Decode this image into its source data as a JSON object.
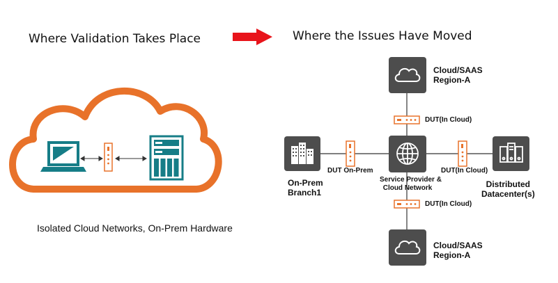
{
  "left_title": "Where Validation Takes Place",
  "right_title": "Where the Issues Have Moved",
  "left_caption": "Isolated Cloud Networks, On-Prem Hardware",
  "nodes": {
    "cloud_top": {
      "line1": "Cloud/SAAS",
      "line2": "Region-A"
    },
    "cloud_bottom": {
      "line1": "Cloud/SAAS",
      "line2": "Region-A"
    },
    "branch": {
      "line1": "On-Prem",
      "line2": "Branch1"
    },
    "datacenter": {
      "line1": "Distributed",
      "line2": "Datacenter(s)"
    },
    "service_provider": {
      "line1": "Service Provider &",
      "line2": "Cloud Network"
    }
  },
  "duts": {
    "top": "DUT(In Cloud)",
    "bottom": "DUT(In Cloud)",
    "left": "DUT On-Prem",
    "right": "DUT(In Cloud)"
  },
  "colors": {
    "orange": "#E8722A",
    "red_arrow": "#E8141B",
    "node_gray": "#4D4D4D",
    "teal": "#167D87"
  },
  "icons": {
    "arrow": "right-arrow-icon",
    "cloud": "cloud-icon",
    "building": "building-icon",
    "globe": "globe-icon",
    "servers": "server-stack-icon",
    "laptop": "laptop-icon",
    "hardware": "server-rack-icon",
    "dut": "dut-device-icon"
  }
}
